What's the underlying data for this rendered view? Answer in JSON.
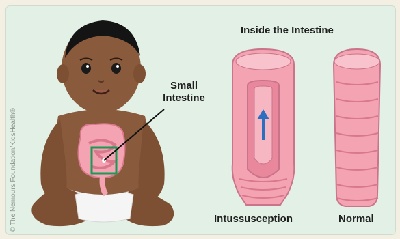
{
  "labels": {
    "small_intestine_line1": "Small",
    "small_intestine_line2": "Intestine",
    "panel_title": "Inside the Intestine",
    "caption_left": "Intussusception",
    "caption_right": "Normal"
  },
  "copyright": "© The Nemours Foundation/KidsHealth®",
  "colors": {
    "panel_bg": "#e3f0e6",
    "skin": "#8a5a3d",
    "intestine": "#f3a3b2",
    "highlight_box": "#1a9a54",
    "arrow": "#2a6fc0"
  },
  "icons": {
    "baby": "baby-illustration",
    "intestine_tube": "intestine-tube"
  }
}
